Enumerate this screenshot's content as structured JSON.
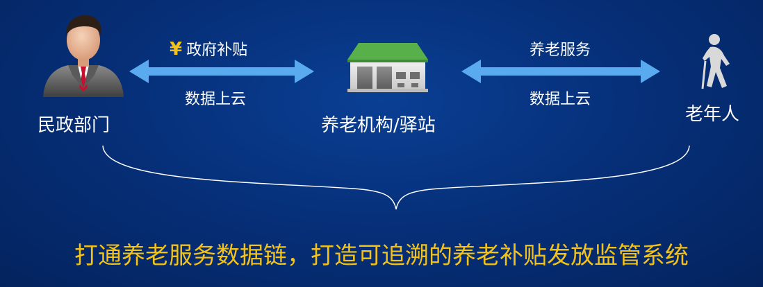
{
  "nodes": {
    "government": {
      "label": "民政部门",
      "icon": "businessman-icon"
    },
    "institution": {
      "label": "养老机构/驿站",
      "icon": "warehouse-icon"
    },
    "elderly": {
      "label": "老年人",
      "icon": "elderly-walking-icon"
    }
  },
  "edges": {
    "left": {
      "top_symbol": "¥",
      "top_label": "政府补贴",
      "bottom_label": "数据上云"
    },
    "right": {
      "top_label": "养老服务",
      "bottom_label": "数据上云"
    }
  },
  "summary": "打通养老服务数据链，打造可追溯的养老补贴发放监管系统",
  "colors": {
    "background": "#06307a",
    "arrow": "#5aaaf0",
    "accent_text": "#f2c21a",
    "text": "#ffffff",
    "roof": "#58b04a"
  }
}
